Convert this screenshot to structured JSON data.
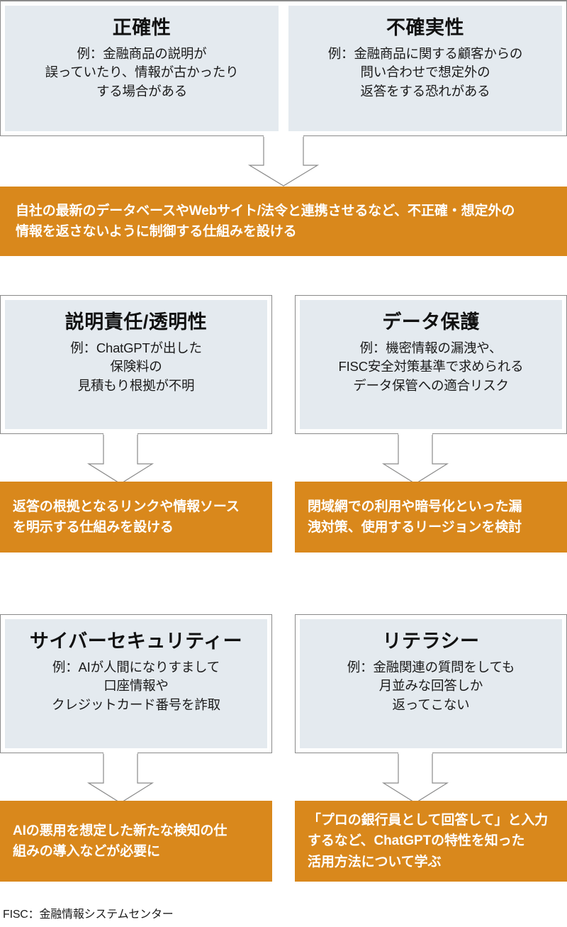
{
  "figure": {
    "footnote": "FISC：金融情報システムセンター",
    "colors": {
      "risk_fill": "#e4eaef",
      "risk_border": "#8a8a8a",
      "action_fill": "#d9881c",
      "action_text": "#ffffff",
      "arrow_stroke": "#8a8a8a",
      "arrow_fill": "#ffffff"
    }
  },
  "rows": [
    {
      "risks": [
        {
          "title": "正確性",
          "desc": "例：金融商品の説明が\n誤っていたり、情報が古かったり\nする場合がある"
        },
        {
          "title": "不確実性",
          "desc": "例：金融商品に関する顧客からの\n問い合わせで想定外の\n返答をする恐れがある"
        }
      ],
      "actions": [
        {
          "text": "自社の最新のデータベースやWebサイト/法令と連携させるなど、不正確・想定外の\n情報を返さないように制御する仕組みを設ける"
        }
      ]
    },
    {
      "risks": [
        {
          "title": "説明責任/透明性",
          "desc": "例：ChatGPTが出した\n保険料の\n見積もり根拠が不明"
        },
        {
          "title": "データ保護",
          "desc": "例：機密情報の漏洩や、\nFISC安全対策基準で求められる\nデータ保管への適合リスク"
        }
      ],
      "actions": [
        {
          "text": "返答の根拠となるリンクや情報ソース\nを明示する仕組みを設ける"
        },
        {
          "text": "閉域網での利用や暗号化といった漏\n洩対策、使用するリージョンを検討"
        }
      ]
    },
    {
      "risks": [
        {
          "title": "サイバーセキュリティー",
          "desc": "例：AIが人間になりすまして\n口座情報や\nクレジットカード番号を詐取"
        },
        {
          "title": "リテラシー",
          "desc": "例：金融関連の質問をしても\n月並みな回答しか\n返ってこない"
        }
      ],
      "actions": [
        {
          "text": "AIの悪用を想定した新たな検知の仕\n組みの導入などが必要に"
        },
        {
          "text": "「プロの銀行員として回答して」と入力\nするなど、ChatGPTの特性を知った\n活用方法について学ぶ"
        }
      ]
    }
  ],
  "arrows": {
    "label": "down-arrow",
    "count": 5
  }
}
